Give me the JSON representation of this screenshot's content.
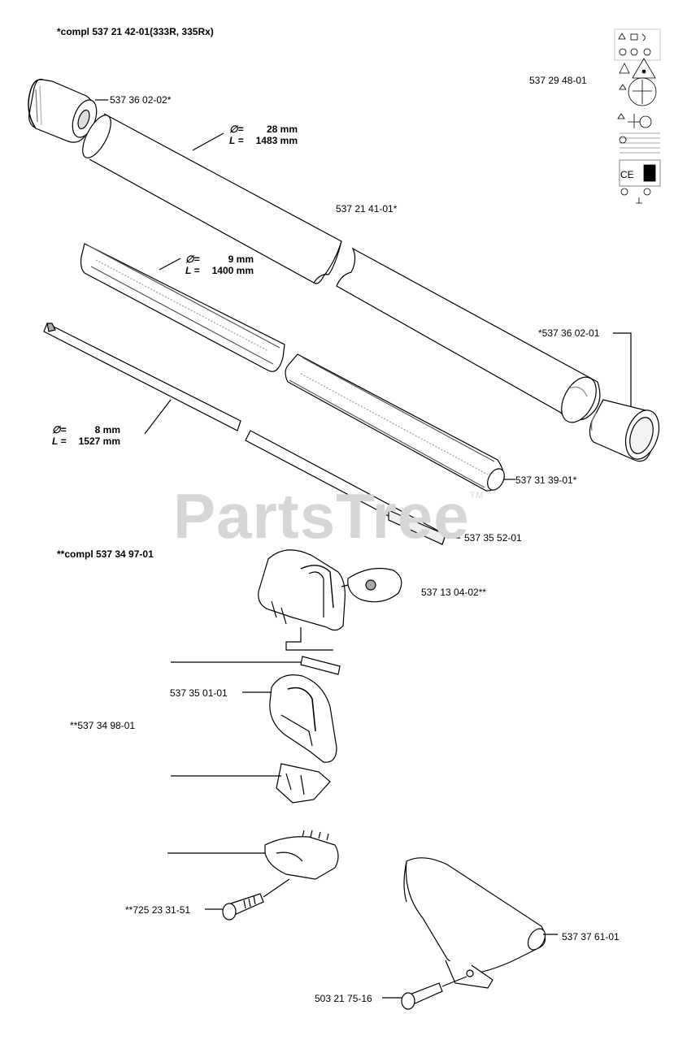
{
  "header": {
    "compl_main_prefix": "*compl 537 21 42-01",
    "compl_main_models": "(333R, 335Rx)",
    "compl_secondary": "**compl 537 34 97-01"
  },
  "parts": {
    "decal": "537 29 48-01",
    "cap_top": "537 36 02-02*",
    "tube": "537 21 41-01*",
    "cap_right": "*537 36 02-01",
    "liner": "537 31 39-01*",
    "shaft": "537 35 52-01",
    "clamp_top": "537 13 04-02**",
    "handle": "537 35 01-01",
    "clamp_assembly": "**537 34 98-01",
    "screw_left": "**725 23 31-51",
    "guard": "537 37 61-01",
    "screw_bottom": "503 21 75-16"
  },
  "dimensions": {
    "tube": {
      "dia_sym": "∅=",
      "dia": "28 mm",
      "len_sym": "L =",
      "len": "1483 mm"
    },
    "liner": {
      "dia_sym": "∅=",
      "dia": "9 mm",
      "len_sym": "L =",
      "len": "1400 mm"
    },
    "shaft": {
      "dia_sym": "∅=",
      "dia": "8 mm",
      "len_sym": "L =",
      "len": "1527 mm"
    }
  },
  "watermark": {
    "text": "PartsTree",
    "tm": "TM"
  }
}
